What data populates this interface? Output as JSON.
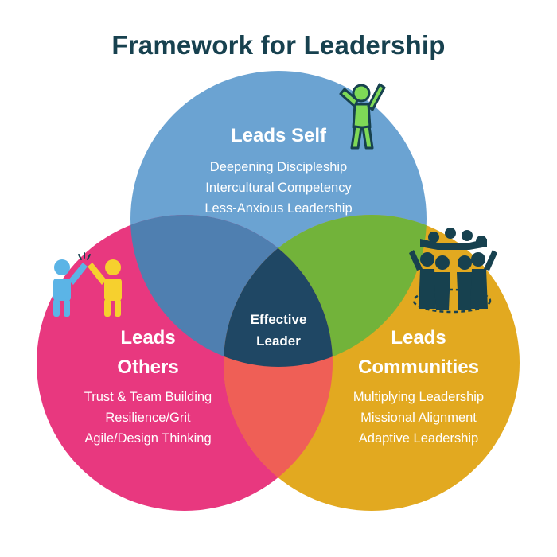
{
  "title": "Framework for Leadership",
  "colors": {
    "title": "#17414f",
    "self": "#6ba3d2",
    "others": "#e8387f",
    "communities": "#e2a920",
    "self_others": "#4f7fb0",
    "self_communities": "#72b33a",
    "others_communities": "#ef5f56",
    "center": "#1f4764",
    "icon_green": "#7ed957",
    "icon_blue": "#5bb4e6",
    "icon_yellow": "#f6d02e",
    "icon_dark": "#17414f"
  },
  "circles": {
    "self": {
      "heading": "Leads Self",
      "items": [
        "Deepening Discipleship",
        "Intercultural Competency",
        "Less-Anxious Leadership"
      ],
      "icon": "cheering-person-icon"
    },
    "others": {
      "heading_line1": "Leads",
      "heading_line2": "Others",
      "items": [
        "Trust & Team Building",
        "Resilience/Grit",
        "Agile/Design Thinking"
      ],
      "icon": "high-five-icon"
    },
    "communities": {
      "heading_line1": "Leads",
      "heading_line2": "Communities",
      "items": [
        "Multiplying Leadership",
        "Missional Alignment",
        "Adaptive Leadership"
      ],
      "icon": "community-group-icon"
    }
  },
  "center": {
    "line1": "Effective",
    "line2": "Leader"
  }
}
